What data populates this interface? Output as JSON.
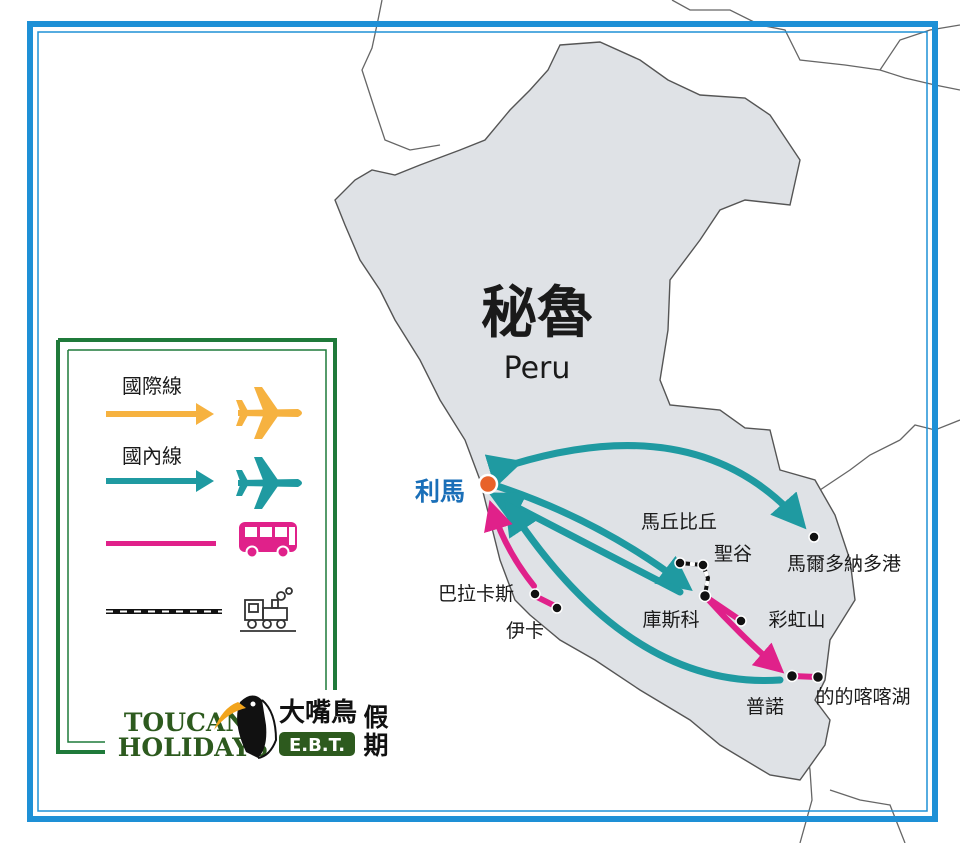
{
  "map": {
    "country_zh": "秘魯",
    "country_en": "Peru",
    "colors": {
      "frame": "#1e90d6",
      "country_fill": "#dfe2e6",
      "border_line": "#555555",
      "international": "#f6b240",
      "domestic": "#1f9aa1",
      "bus": "#e0218a",
      "capital": "#e8622a",
      "capital_label": "#1a6fb8",
      "legend_frame": "#1f7a3a"
    },
    "places": {
      "lima": "利馬",
      "paracas": "巴拉卡斯",
      "ica": "伊卡",
      "machu_picchu": "馬丘比丘",
      "sacred_valley": "聖谷",
      "cusco": "庫斯科",
      "rainbow_mountain": "彩虹山",
      "puerto_maldonado": "馬爾多納多港",
      "puno": "普諾",
      "titicaca": "的的喀喀湖"
    }
  },
  "legend": {
    "international_label": "國際線",
    "domestic_label": "國內線",
    "international_icon": "airplane-icon",
    "domestic_icon": "airplane-icon",
    "bus_icon": "bus-icon",
    "train_icon": "train-icon"
  },
  "logo": {
    "brand_en_1": "TOUCAN",
    "brand_en_2": "HOLIDAYS",
    "brand_zh": "大嘴鳥",
    "ebt": "E.B.T.",
    "holiday_1": "假",
    "holiday_2": "期"
  }
}
